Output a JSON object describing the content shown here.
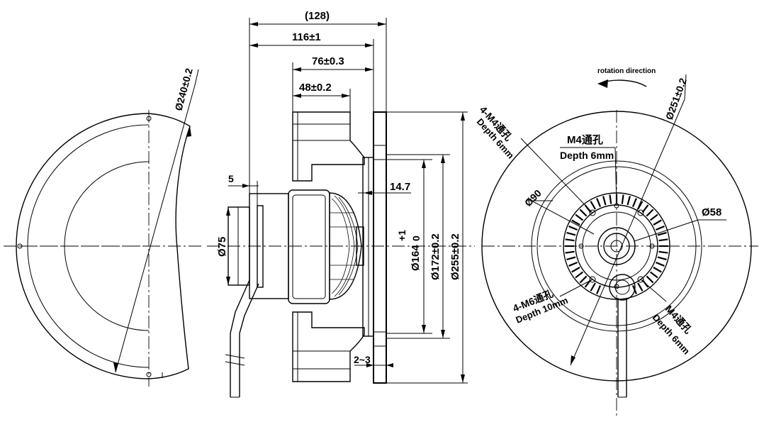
{
  "dims": {
    "overall_length": "(128)",
    "length_116": "116±1",
    "length_76": "76±0.3",
    "length_48": "48±0.2",
    "dim_5": "5",
    "dim_14_7": "14.7",
    "dim_2_3": "2~3",
    "dia_75": "Ø75",
    "dia_164": "Ø164",
    "tol_164_plus": "+1",
    "tol_164_minus": "0",
    "dia_172": "Ø172±0.2",
    "dia_255": "Ø255±0.2",
    "dia_240": "Ø240±0.2",
    "dia_251": "Ø251±0.2",
    "dia_90": "Ø90",
    "dia_58": "Ø58"
  },
  "notes": {
    "rotation_direction": "rotation direction",
    "m4_4_hole": "4-M4通孔",
    "m4_4_depth": "Depth 6mm",
    "m4_hole": "M4通孔",
    "m4_depth": "Depth 6mm",
    "m6_4_hole": "4-M6通孔",
    "m6_4_depth": "Depth 10mm",
    "m4_hole_b": "M4通孔",
    "m4_depth_b": "Depth 6mm"
  }
}
